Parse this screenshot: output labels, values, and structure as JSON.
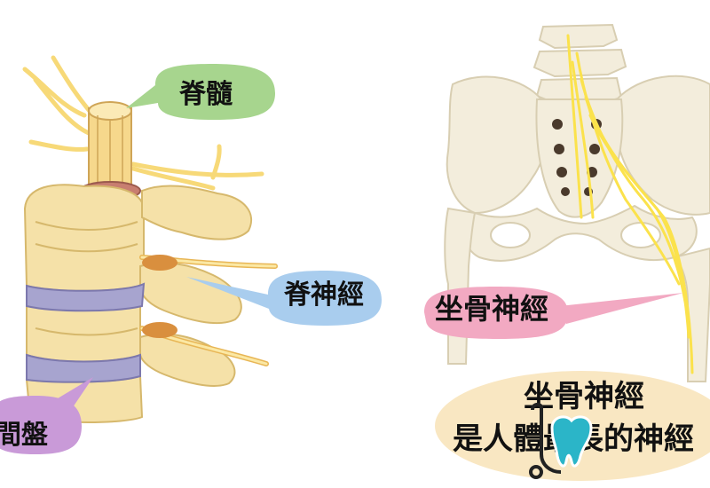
{
  "labels": {
    "spinal_cord": "脊髓",
    "spinal_nerve": "脊神經",
    "intervertebral_disc": "間盤",
    "sciatic_nerve": "坐骨神經"
  },
  "caption": {
    "line1": "坐骨神經",
    "line2": "是人體最長的神經"
  },
  "colors": {
    "bone": "#f5e1a8",
    "bone_shadow": "#d6b86c",
    "pelvis_bone": "#f3eddc",
    "nerve": "#fbe24c",
    "disc": "#a7a4cf",
    "bubble_green": "#a7d58e",
    "bubble_blue": "#a9cdee",
    "bubble_purple": "#c99ad8",
    "bubble_pink": "#f2a9c2",
    "caption_bubble": "#f9e7c2"
  },
  "icons": {
    "watermark": "medical-tooth-logo"
  }
}
